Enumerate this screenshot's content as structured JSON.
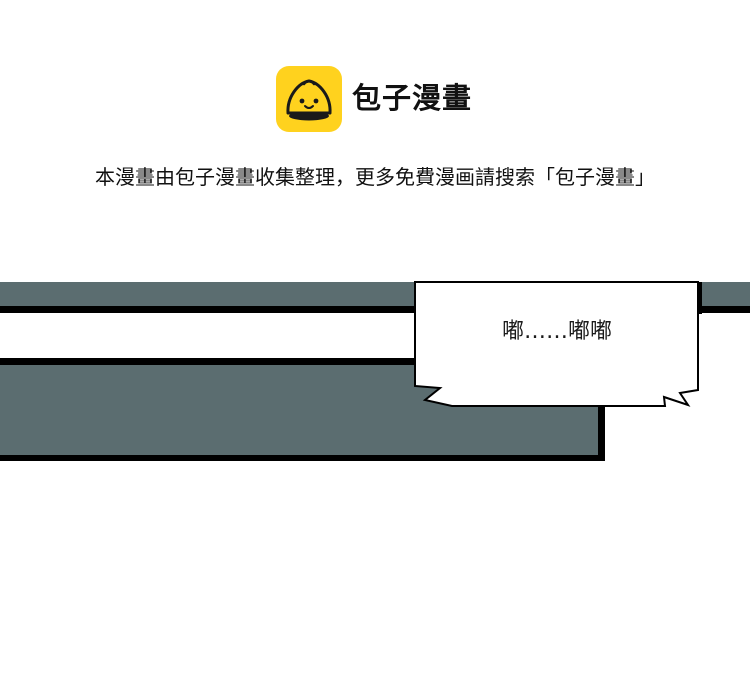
{
  "watermark": {
    "logo_icon": "steamed-bun-icon",
    "brand_name": "包子漫畫",
    "notice": "本漫畫由包子漫畫收集整理，更多免費漫画請搜索「包子漫畫」"
  },
  "panel": {
    "speech_bubble": "嘟……嘟嘟"
  },
  "colors": {
    "logo_bg": "#FFD21E",
    "panel_slate": "#5B6D70",
    "outline": "#000000",
    "page_bg": "#FFFFFF"
  }
}
